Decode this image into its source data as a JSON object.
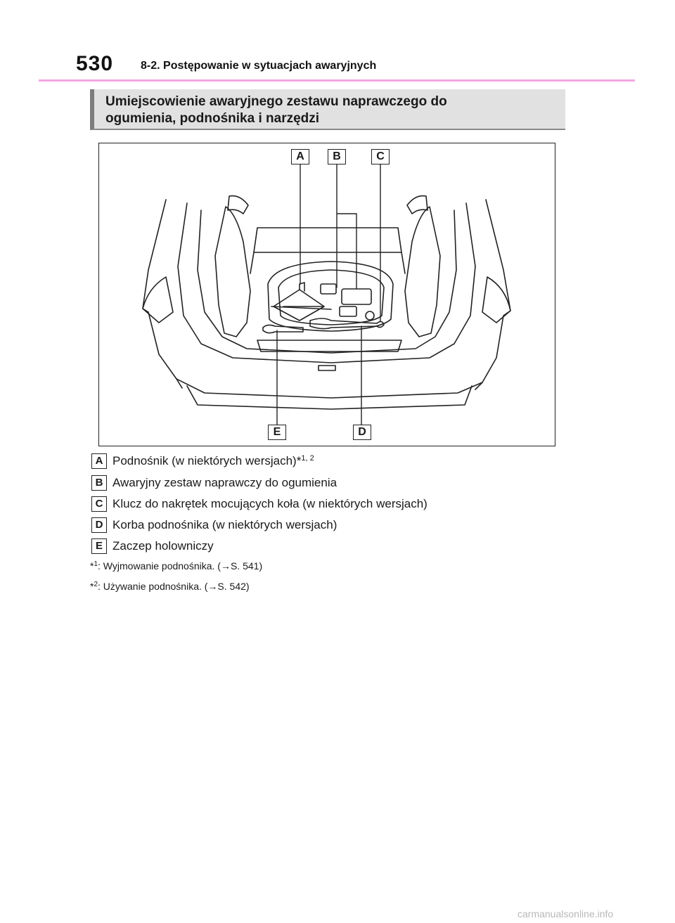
{
  "header": {
    "page_number": "530",
    "chapter": "8-2. Postępowanie w sytuacjach awaryjnych"
  },
  "section": {
    "title_line1": "Umiejscowienie awaryjnego zestawu naprawczego do",
    "title_line2": "ogumienia, podnośnika i narzędzi"
  },
  "figure": {
    "callouts": [
      "A",
      "B",
      "C",
      "D",
      "E"
    ]
  },
  "legend": [
    {
      "key": "A",
      "text": "Podnośnik (w niektórych wersjach)*",
      "sup": "1, 2"
    },
    {
      "key": "B",
      "text": "Awaryjny zestaw naprawczy do ogumienia",
      "sup": ""
    },
    {
      "key": "C",
      "text": "Klucz do nakrętek mocujących koła (w niektórych wersjach)",
      "sup": ""
    },
    {
      "key": "D",
      "text": "Korba podnośnika (w niektórych wersjach)",
      "sup": ""
    },
    {
      "key": "E",
      "text": "Zaczep holowniczy",
      "sup": ""
    }
  ],
  "footnotes": [
    {
      "mark": "*",
      "sup": "1",
      "text": ": Wyjmowanie podnośnika. (→S. 541)"
    },
    {
      "mark": "*",
      "sup": "2",
      "text": ": Używanie podnośnika. (→S. 542)"
    }
  ],
  "watermark": "carmanualsonline.info"
}
